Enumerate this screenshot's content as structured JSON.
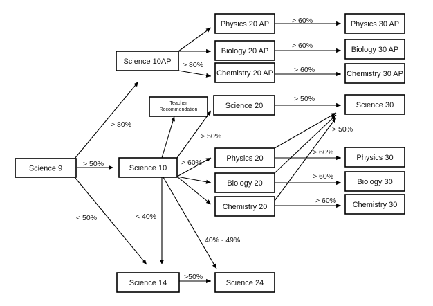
{
  "nodes": [
    {
      "id": "science9",
      "label": "Science 9"
    },
    {
      "id": "science10ap",
      "label": "Science 10AP"
    },
    {
      "id": "science10",
      "label": "Science 10"
    },
    {
      "id": "science14",
      "label": "Science 14"
    },
    {
      "id": "teacher",
      "label": "Teacher Recommendation",
      "lines": [
        "Teacher",
        "Recommendation"
      ]
    },
    {
      "id": "physics20ap",
      "label": "Physics 20 AP"
    },
    {
      "id": "biology20ap",
      "label": "Biology 20 AP"
    },
    {
      "id": "chemistry20ap",
      "label": "Chemistry 20 AP"
    },
    {
      "id": "science20",
      "label": "Science 20"
    },
    {
      "id": "physics20",
      "label": "Physics 20"
    },
    {
      "id": "biology20",
      "label": "Biology 20"
    },
    {
      "id": "chemistry20",
      "label": "Chemistry 20"
    },
    {
      "id": "science24",
      "label": "Science 24"
    },
    {
      "id": "physics30ap",
      "label": "Physics 30 AP"
    },
    {
      "id": "biology30ap",
      "label": "Biology 30 AP"
    },
    {
      "id": "chemistry30ap",
      "label": "Chemistry 30 AP"
    },
    {
      "id": "science30",
      "label": "Science 30"
    },
    {
      "id": "physics30",
      "label": "Physics 30"
    },
    {
      "id": "biology30",
      "label": "Biology 30"
    },
    {
      "id": "chemistry30",
      "label": "Chemistry 30"
    }
  ],
  "edges": [
    {
      "from": "science9",
      "to": "science10ap",
      "label": "> 80%"
    },
    {
      "from": "science9",
      "to": "science10",
      "label": "> 50%"
    },
    {
      "from": "science9",
      "to": "science14",
      "label": "< 50%"
    },
    {
      "from": "science10ap",
      "to": "physics20ap",
      "label": ""
    },
    {
      "from": "science10ap",
      "to": "biology20ap",
      "label": ""
    },
    {
      "from": "science10ap",
      "to": "chemistry20ap",
      "label": "> 80%"
    },
    {
      "from": "science10",
      "to": "teacher",
      "label": ""
    },
    {
      "from": "science10",
      "to": "science20",
      "label": "> 50%"
    },
    {
      "from": "science10",
      "to": "physics20",
      "label": "> 60%"
    },
    {
      "from": "science10",
      "to": "biology20",
      "label": ""
    },
    {
      "from": "science10",
      "to": "chemistry20",
      "label": ""
    },
    {
      "from": "science10",
      "to": "science14",
      "label": "< 40%"
    },
    {
      "from": "science10",
      "to": "science24",
      "label": "40% - 49%"
    },
    {
      "from": "science14",
      "to": "science24",
      "label": ">50%"
    },
    {
      "from": "physics20ap",
      "to": "physics30ap",
      "label": "> 60%"
    },
    {
      "from": "biology20ap",
      "to": "biology30ap",
      "label": "> 60%"
    },
    {
      "from": "chemistry20ap",
      "to": "chemistry30ap",
      "label": "> 60%"
    },
    {
      "from": "science20",
      "to": "science30",
      "label": "> 50%"
    },
    {
      "from": "physics20",
      "to": "science30",
      "label": "> 50%"
    },
    {
      "from": "biology20",
      "to": "science30",
      "label": ""
    },
    {
      "from": "chemistry20",
      "to": "science30",
      "label": ""
    },
    {
      "from": "physics20",
      "to": "physics30",
      "label": "> 60%"
    },
    {
      "from": "biology20",
      "to": "biology30",
      "label": "> 60%"
    },
    {
      "from": "chemistry20",
      "to": "chemistry30",
      "label": "> 60%"
    }
  ]
}
